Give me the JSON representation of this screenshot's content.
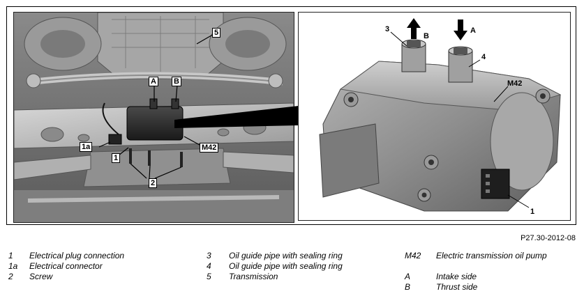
{
  "callouts": {
    "left": {
      "five": "5",
      "a": "A",
      "b": "B",
      "one_a": "1a",
      "one": "1",
      "m42": "M42",
      "two": "2"
    },
    "right": {
      "three": "3",
      "b": "B",
      "a": "A",
      "four": "4",
      "m42": "M42",
      "one": "1"
    }
  },
  "figure_ref": "P27.30-2012-08",
  "legend": [
    {
      "key": "1",
      "text": "Electrical plug connection"
    },
    {
      "key": "1a",
      "text": "Electrical connector"
    },
    {
      "key": "2",
      "text": "Screw"
    },
    {
      "key": "3",
      "text": "Oil guide pipe with sealing ring"
    },
    {
      "key": "4",
      "text": "Oil guide pipe with sealing ring"
    },
    {
      "key": "5",
      "text": "Transmission"
    },
    {
      "key": "M42",
      "text": "Electric transmission oil pump"
    },
    {
      "key": "A",
      "text": "Intake side"
    },
    {
      "key": "B",
      "text": "Thrust side"
    }
  ]
}
